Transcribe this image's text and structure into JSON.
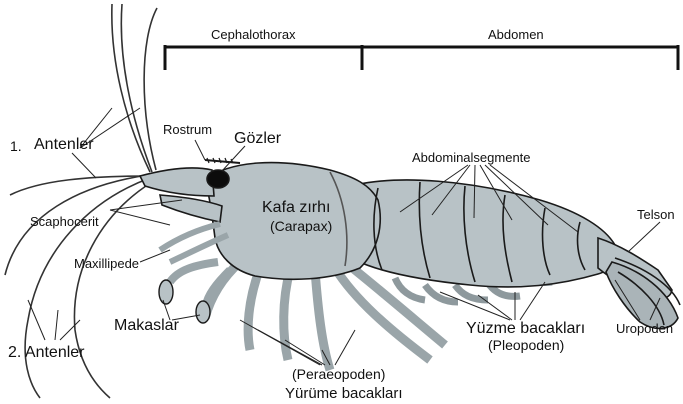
{
  "colors": {
    "body_fill": "#b8c2c6",
    "outline": "#1a1a1a",
    "line": "#222222",
    "eye": "#0c0c0c",
    "background": "#ffffff"
  },
  "brackets": {
    "cephalothorax": "Cephalothorax",
    "abdomen": "Abdomen"
  },
  "labels": {
    "antenna1_num": "1.",
    "antenna1": "Antenler",
    "rostrum": "Rostrum",
    "eyes": "Gözler",
    "scaphocerit": "Scaphocerit",
    "maxillipede": "Maxillipede",
    "claws": "Makaslar",
    "antenna2": "2. Antenler",
    "carapace_tr": "Kafa zırhı",
    "carapace_lat": "(Carapax)",
    "abdominal_segments": "Abdominalsegmente",
    "telson": "Telson",
    "uropods": "Uropoden",
    "swim_legs": "Yüzme bacakları",
    "pleopods": "(Pleopoden)",
    "pereopods": "(Peraeopoden)",
    "walk_legs": "Yürüme bacakları"
  }
}
